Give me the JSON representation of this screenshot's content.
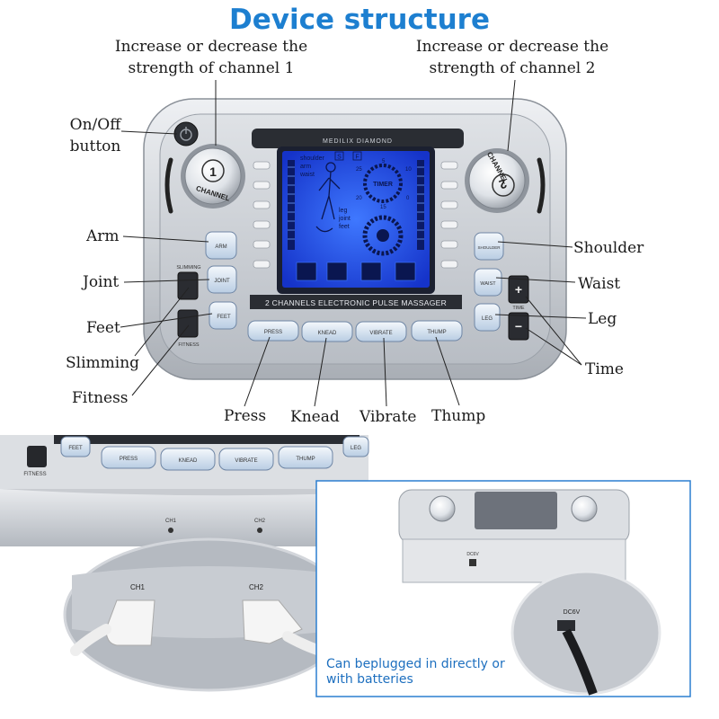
{
  "title": "Device structure",
  "device": {
    "brand": "MEDILIX DIAMOND",
    "panel_text": "2 CHANNELS ELECTRONIC PULSE MASSAGER",
    "dial_left": "1",
    "dial_right": "2",
    "dial_word": "CHANNEL",
    "screen": {
      "body_labels": [
        "shoulder",
        "arm",
        "waist",
        "leg",
        "joint",
        "feet"
      ],
      "s_badge": "S",
      "f_badge": "F",
      "timer": "TIMER",
      "n5": "5",
      "n25": "25",
      "n10": "10",
      "n15": "15",
      "n20": "20",
      "n0": "0"
    },
    "left_buttons": [
      "ARM",
      "JOINT",
      "FEET"
    ],
    "right_buttons": [
      "SHOULDER",
      "WAIST",
      "LEG"
    ],
    "bottom_buttons": [
      "PRESS",
      "KNEAD",
      "VIBRATE",
      "THUMP"
    ],
    "slimming_label": "SLIMMING",
    "fitness_label": "FITNESS",
    "time_label": "TIME",
    "plus": "+",
    "minus": "−"
  },
  "callouts": {
    "ch1": "Increase or decrease the strength of channel 1",
    "ch2": "Increase or decrease the strength of channel 2",
    "onoff": "On/Off button",
    "arm": "Arm",
    "joint": "Joint",
    "feet": "Feet",
    "slimming": "Slimming",
    "fitness": "Fitness",
    "press": "Press",
    "knead": "Knead",
    "vibrate": "Vibrate",
    "thump": "Thump",
    "shoulder": "Shoulder",
    "waist": "Waist",
    "leg": "Leg",
    "time": "Time"
  },
  "closeup": {
    "buttons": [
      "FEET",
      "PRESS",
      "KNEAD",
      "VIBRATE",
      "THUMP",
      "LEG"
    ],
    "fitness": "FITNESS",
    "ch1": "CH1",
    "ch2": "CH2"
  },
  "inset": {
    "port": "DC6V",
    "small_port": "DC6V",
    "caption": "Can beplugged in directly or with batteries"
  }
}
